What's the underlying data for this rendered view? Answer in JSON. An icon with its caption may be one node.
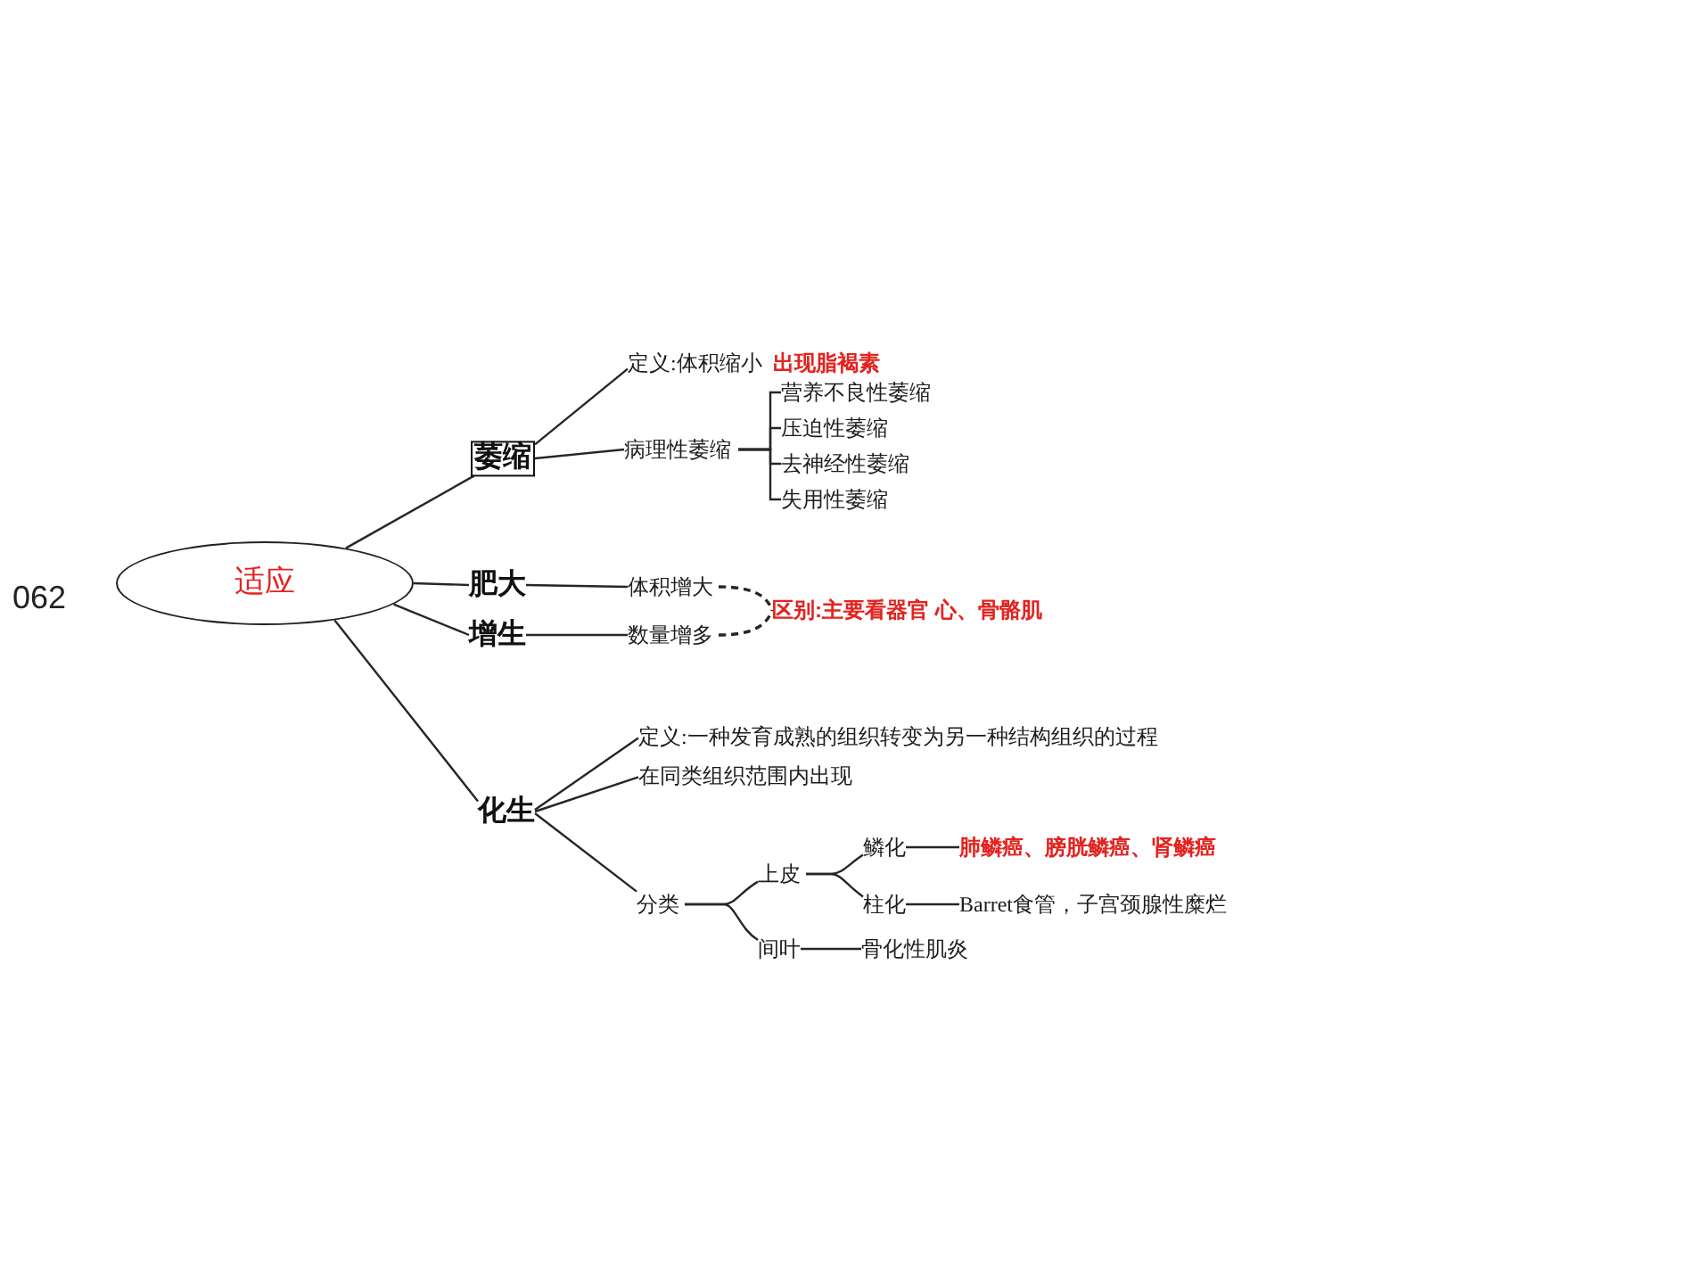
{
  "diagram": {
    "nodes": [
      {
        "text": [
          "适应"
        ]
      },
      {
        "text": [
          "萎缩"
        ]
      },
      {
        "text": [
          "定义:体积缩小"
        ],
        "beside": [
          "出现脂褐素"
        ]
      },
      {
        "text": [
          "病理性萎缩"
        ]
      },
      {
        "text": [
          "营养不良性萎缩"
        ]
      },
      {
        "text": [
          "压迫性萎缩"
        ]
      },
      {
        "text": [
          "去神经性萎缩"
        ]
      },
      {
        "text": [
          "失用性萎缩"
        ]
      },
      {
        "text": [
          "肥大"
        ]
      },
      {
        "text": [
          "体积增大"
        ]
      },
      {
        "text": [
          "增生"
        ]
      },
      {
        "text": [
          "数量增多"
        ]
      },
      {
        "text": [
          "区别:主要看器官 心、骨骼肌"
        ]
      },
      {
        "text": [
          "化生"
        ]
      },
      {
        "text": [
          "定义:一种发育成熟的组织转变为另一种结构组织的过程"
        ]
      },
      {
        "text": [
          "在同类组织范围内出现"
        ]
      },
      {
        "text": [
          "分类"
        ]
      },
      {
        "text": [
          "上皮"
        ]
      },
      {
        "text": [
          "鳞化"
        ]
      },
      {
        "text": [
          "肺鳞癌、膀胱鳞癌、肾鳞癌"
        ]
      },
      {
        "text": [
          "柱化"
        ]
      },
      {
        "text": [
          "Barret食管，子宫颈腺性糜烂"
        ]
      },
      {
        "text": [
          "间叶"
        ]
      },
      {
        "text": [
          "骨化性肌炎"
        ]
      }
    ],
    "edges": [
      {
        "from": 0,
        "to": 1,
        "arrow": "none"
      },
      {
        "from": 1,
        "to": 2,
        "arrow": "none"
      },
      {
        "from": 1,
        "to": 3,
        "arrow": "none"
      },
      {
        "from": 3,
        "to": 4,
        "arrow": "none"
      },
      {
        "from": 3,
        "to": 5,
        "arrow": "none"
      },
      {
        "from": 3,
        "to": 6,
        "arrow": "none"
      },
      {
        "from": 3,
        "to": 7,
        "arrow": "none"
      },
      {
        "from": 0,
        "to": 8,
        "arrow": "none"
      },
      {
        "from": 8,
        "to": 9,
        "arrow": "none"
      },
      {
        "from": 0,
        "to": 10,
        "arrow": "none"
      },
      {
        "from": 10,
        "to": 11,
        "arrow": "none"
      },
      {
        "from": 9,
        "to": 12,
        "arrow": "none",
        "style": "dashed"
      },
      {
        "from": 11,
        "to": 12,
        "arrow": "none",
        "style": "dashed"
      },
      {
        "from": 0,
        "to": 13,
        "arrow": "none"
      },
      {
        "from": 13,
        "to": 14,
        "arrow": "none"
      },
      {
        "from": 13,
        "to": 15,
        "arrow": "none"
      },
      {
        "from": 13,
        "to": 16,
        "arrow": "none"
      },
      {
        "from": 16,
        "to": 17,
        "arrow": "none"
      },
      {
        "from": 16,
        "to": 22,
        "arrow": "none"
      },
      {
        "from": 17,
        "to": 18,
        "arrow": "none"
      },
      {
        "from": 17,
        "to": 20,
        "arrow": "none"
      },
      {
        "from": 18,
        "to": 19,
        "arrow": "none"
      },
      {
        "from": 20,
        "to": 21,
        "arrow": "none"
      },
      {
        "from": 22,
        "to": 23,
        "arrow": "none"
      }
    ],
    "labels": [
      "062"
    ]
  }
}
